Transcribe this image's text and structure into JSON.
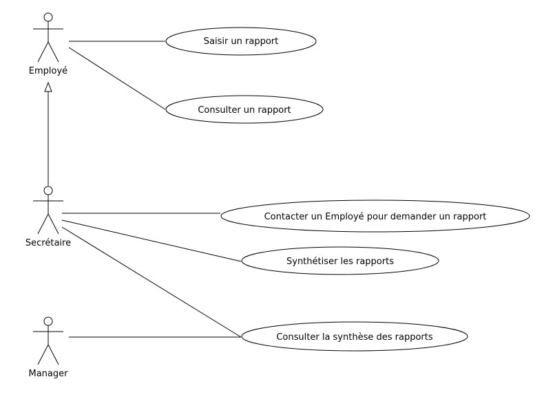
{
  "actors": [
    {
      "id": "employe",
      "name": "Employé"
    },
    {
      "id": "secretaire",
      "name": "Secrétaire"
    },
    {
      "id": "manager",
      "name": "Manager"
    }
  ],
  "use_cases": [
    {
      "id": "saisir",
      "label": "Saisir un rapport"
    },
    {
      "id": "consulter",
      "label": "Consulter un rapport"
    },
    {
      "id": "contacter",
      "label": "Contacter un Employé pour demander un rapport"
    },
    {
      "id": "synthetiser",
      "label": "Synthétiser les rapports"
    },
    {
      "id": "consulter-synthese",
      "label": "Consulter la synthèse des rapports"
    }
  ],
  "associations": [
    {
      "actor": "employe",
      "use_case": "saisir"
    },
    {
      "actor": "employe",
      "use_case": "consulter"
    },
    {
      "actor": "secretaire",
      "use_case": "contacter"
    },
    {
      "actor": "secretaire",
      "use_case": "synthetiser"
    },
    {
      "actor": "secretaire",
      "use_case": "consulter-synthese"
    },
    {
      "actor": "manager",
      "use_case": "consulter-synthese"
    }
  ],
  "generalizations": [
    {
      "child": "secretaire",
      "parent": "employe"
    }
  ]
}
